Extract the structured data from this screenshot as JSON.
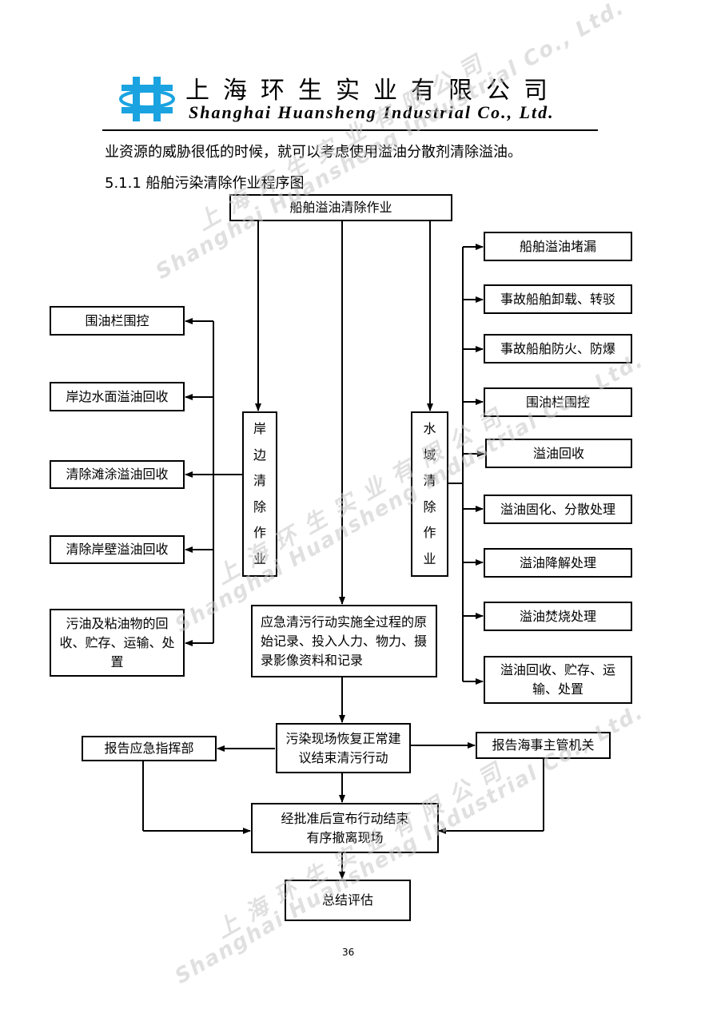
{
  "header": {
    "company_cn": "上海环生实业有限公司",
    "company_en": "Shanghai Huansheng Industrial Co., Ltd."
  },
  "body": {
    "intro_line": "业资源的威胁很低的时候，就可以考虑使用溢油分散剂清除溢油。",
    "section_title": "5.1.1 船舶污染清除作业程序图"
  },
  "flow": {
    "top": "船舶溢油清除作业",
    "shore_label": [
      "岸",
      "边",
      "清",
      "除",
      "作",
      "业"
    ],
    "water_label": [
      "水",
      "域",
      "清",
      "除",
      "作",
      "业"
    ],
    "left_items": [
      "围油栏围控",
      "岸边水面溢油回收",
      "清除滩涂溢油回收",
      "清除岸壁溢油回收",
      "污油及粘油物的回收、贮存、运输、处置"
    ],
    "right_items": [
      "船舶溢油堵漏",
      "事故船舶卸载、转驳",
      "事故船舶防火、防爆",
      "围油栏围控",
      "溢油回收",
      "溢油固化、分散处理",
      "溢油降解处理",
      "溢油焚烧处理",
      "溢油回收、贮存、运输、处置"
    ],
    "record": "应急清污行动实施全过程的原始记录、投入人力、物力、摄录影像资料和记录",
    "restore": "污染现场恢复正常建议结束清污行动",
    "report_left": "报告应急指挥部",
    "report_right": "报告海事主管机关",
    "approve": "经批准后宣布行动结束有序撤离现场",
    "summary": "总结评估"
  },
  "footer": {
    "page_number": "36"
  },
  "watermark": {
    "cn": "上海环生实业有限公司",
    "en": "Shanghai Huansheng Industrial Co., Ltd."
  },
  "colors": {
    "logo_blue": "#1aa3e0",
    "watermark": "#c8c8c8"
  }
}
